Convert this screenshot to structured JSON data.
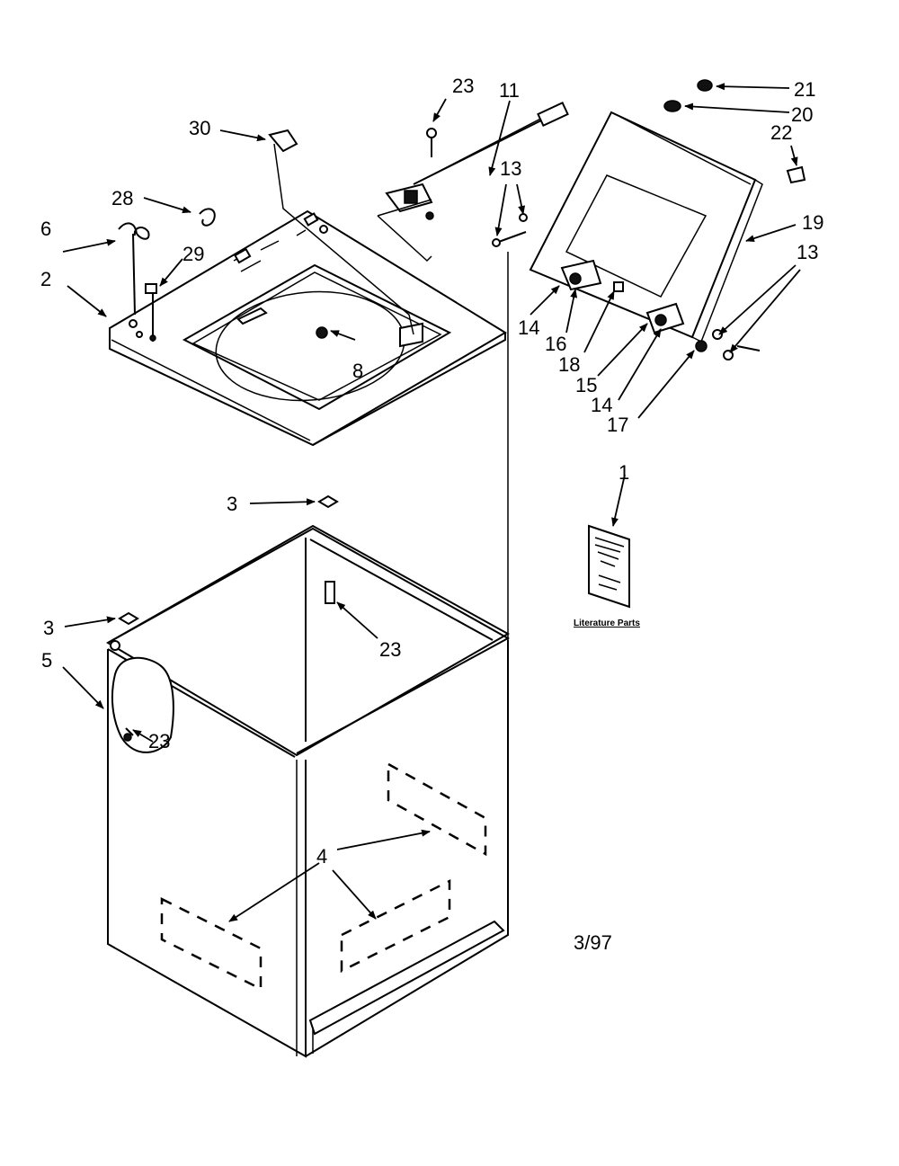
{
  "callouts": {
    "c1": "1",
    "c2": "2",
    "c3a": "3",
    "c3b": "3",
    "c4": "4",
    "c5": "5",
    "c6": "6",
    "c8": "8",
    "c11": "11",
    "c13a": "13",
    "c13b": "13",
    "c14a": "14",
    "c14b": "14",
    "c15": "15",
    "c16": "16",
    "c17": "17",
    "c18": "18",
    "c19": "19",
    "c20": "20",
    "c21": "21",
    "c22": "22",
    "c23a": "23",
    "c23b": "23",
    "c23c": "23",
    "c28": "28",
    "c29": "29",
    "c30": "30"
  },
  "literature_label": "Literature Parts",
  "date_code": "3/97"
}
